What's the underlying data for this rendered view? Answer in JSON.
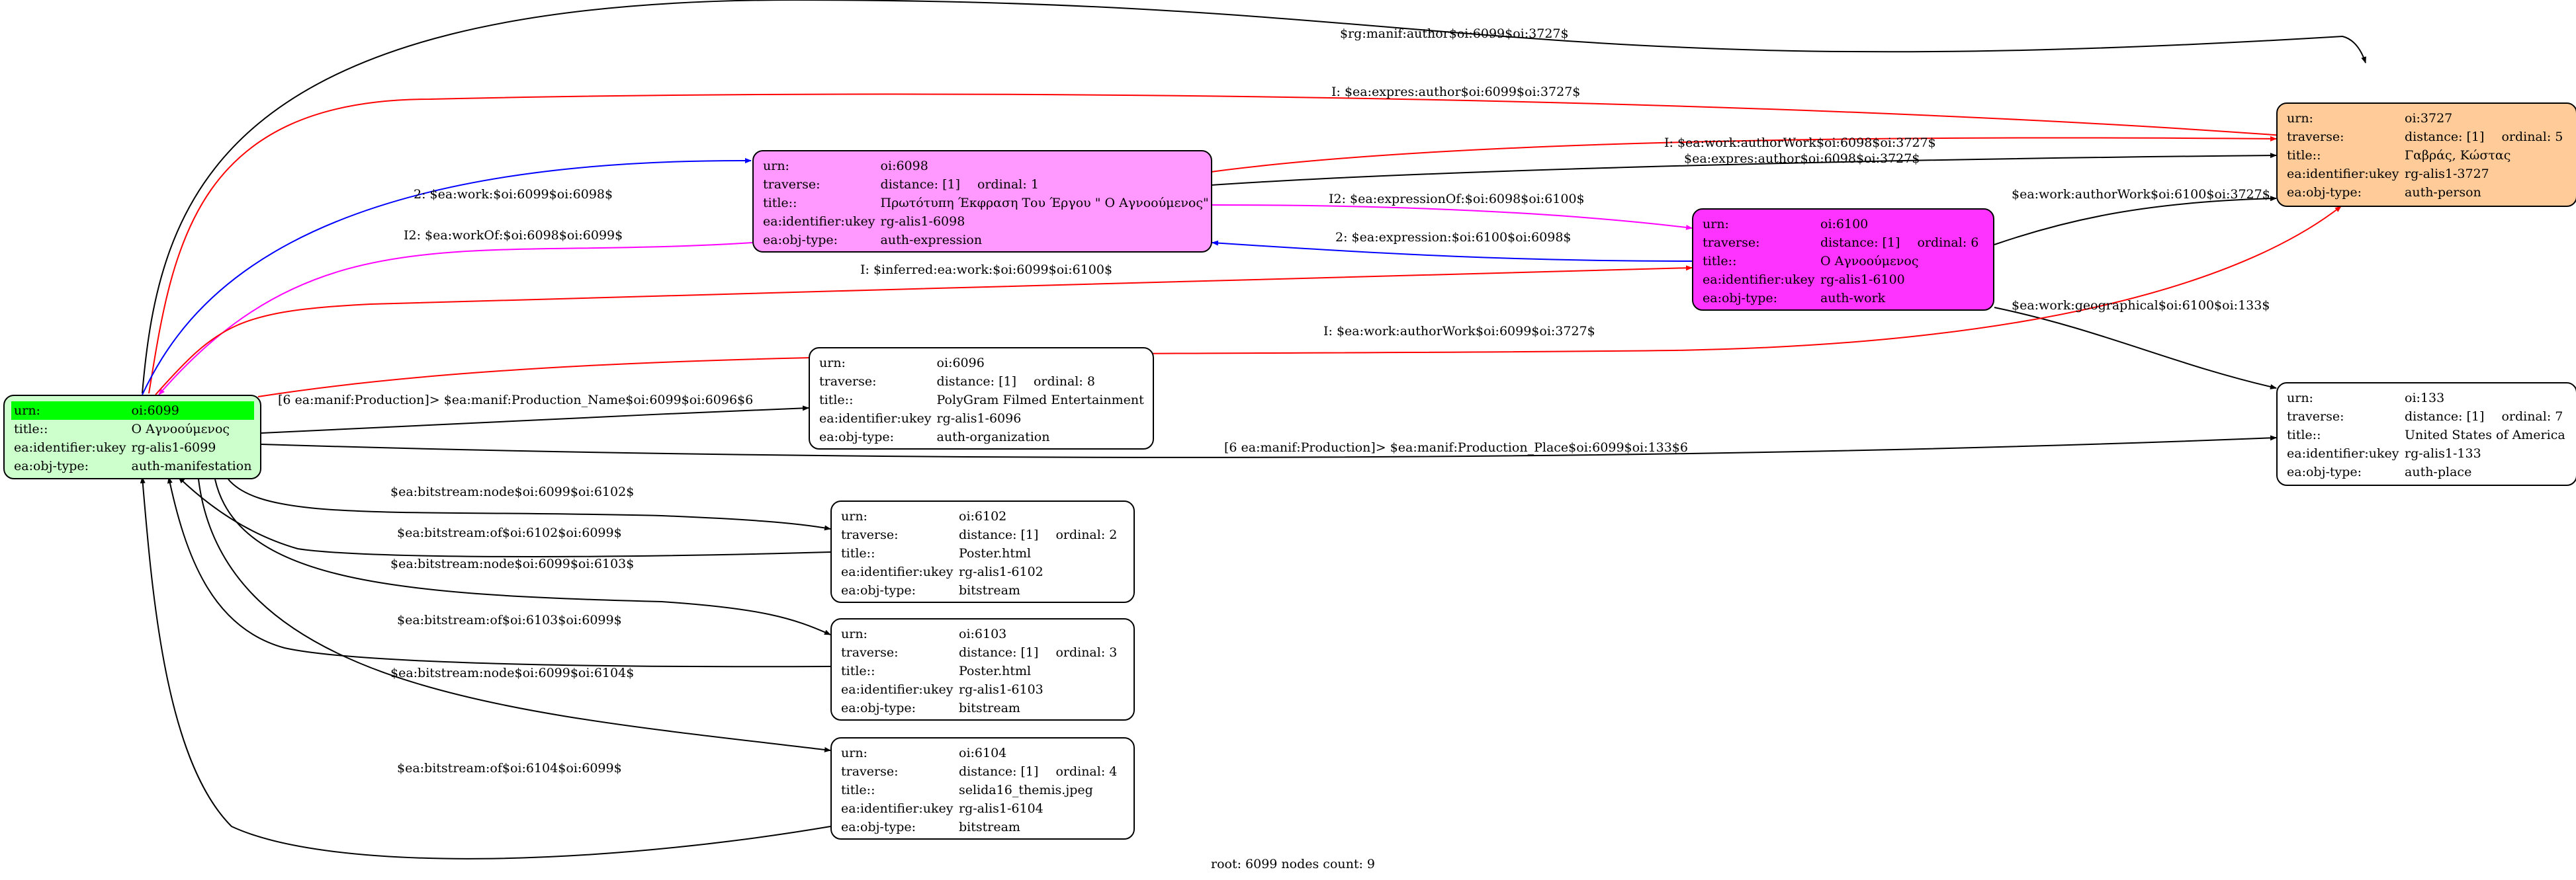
{
  "colors": {
    "manifestation": "#ccffcc",
    "expression": "#ff99ff",
    "work": "#ff33ff",
    "person": "#ffcc99",
    "plain": "#ffffff",
    "highlight": "#00ff00",
    "edge_black": "#000000",
    "edge_red": "#ff0000",
    "edge_blue": "#0000ff",
    "edge_magenta": "#ff00ff"
  },
  "nodes": {
    "n6099": {
      "rows": [
        {
          "key": "urn:",
          "val": "oi:6099"
        },
        {
          "key": "title::",
          "val": "Ο Αγνοούμενος"
        },
        {
          "key": "ea:identifier:ukey",
          "val": "rg-alis1-6099"
        },
        {
          "key": "ea:obj-type:",
          "val": "auth-manifestation"
        }
      ]
    },
    "n6098": {
      "rows": [
        {
          "key": "urn:",
          "val": "oi:6098"
        },
        {
          "key": "traverse:",
          "val": "distance: [1]",
          "ord": "ordinal: 1"
        },
        {
          "key": "title::",
          "val": "Πρωτότυπη Έκφραση Του Έργου \" Ο Αγνοούμενος\""
        },
        {
          "key": "ea:identifier:ukey",
          "val": "rg-alis1-6098"
        },
        {
          "key": "ea:obj-type:",
          "val": "auth-expression"
        }
      ]
    },
    "n6100": {
      "rows": [
        {
          "key": "urn:",
          "val": "oi:6100"
        },
        {
          "key": "traverse:",
          "val": "distance: [1]",
          "ord": "ordinal: 6"
        },
        {
          "key": "title::",
          "val": "Ο Αγνοούμενος"
        },
        {
          "key": "ea:identifier:ukey",
          "val": "rg-alis1-6100"
        },
        {
          "key": "ea:obj-type:",
          "val": "auth-work"
        }
      ]
    },
    "n3727": {
      "rows": [
        {
          "key": "urn:",
          "val": "oi:3727"
        },
        {
          "key": "traverse:",
          "val": "distance: [1]",
          "ord": "ordinal: 5"
        },
        {
          "key": "title::",
          "val": "Γαβράς, Κώστας"
        },
        {
          "key": "ea:identifier:ukey",
          "val": "rg-alis1-3727"
        },
        {
          "key": "ea:obj-type:",
          "val": "auth-person"
        }
      ]
    },
    "n6096": {
      "rows": [
        {
          "key": "urn:",
          "val": "oi:6096"
        },
        {
          "key": "traverse:",
          "val": "distance: [1]",
          "ord": "ordinal: 8"
        },
        {
          "key": "title::",
          "val": "PolyGram Filmed Entertainment"
        },
        {
          "key": "ea:identifier:ukey",
          "val": "rg-alis1-6096"
        },
        {
          "key": "ea:obj-type:",
          "val": "auth-organization"
        }
      ]
    },
    "n133": {
      "rows": [
        {
          "key": "urn:",
          "val": "oi:133"
        },
        {
          "key": "traverse:",
          "val": "distance: [1]",
          "ord": "ordinal: 7"
        },
        {
          "key": "title::",
          "val": "United States of America"
        },
        {
          "key": "ea:identifier:ukey",
          "val": "rg-alis1-133"
        },
        {
          "key": "ea:obj-type:",
          "val": "auth-place"
        }
      ]
    },
    "n6102": {
      "rows": [
        {
          "key": "urn:",
          "val": "oi:6102"
        },
        {
          "key": "traverse:",
          "val": "distance: [1]",
          "ord": "ordinal: 2"
        },
        {
          "key": "title::",
          "val": "Poster.html"
        },
        {
          "key": "ea:identifier:ukey",
          "val": "rg-alis1-6102"
        },
        {
          "key": "ea:obj-type:",
          "val": "bitstream"
        }
      ]
    },
    "n6103": {
      "rows": [
        {
          "key": "urn:",
          "val": "oi:6103"
        },
        {
          "key": "traverse:",
          "val": "distance: [1]",
          "ord": "ordinal: 3"
        },
        {
          "key": "title::",
          "val": "Poster.html"
        },
        {
          "key": "ea:identifier:ukey",
          "val": "rg-alis1-6103"
        },
        {
          "key": "ea:obj-type:",
          "val": "bitstream"
        }
      ]
    },
    "n6104": {
      "rows": [
        {
          "key": "urn:",
          "val": "oi:6104"
        },
        {
          "key": "traverse:",
          "val": "distance: [1]",
          "ord": "ordinal: 4"
        },
        {
          "key": "title::",
          "val": "selida16_themis.jpeg"
        },
        {
          "key": "ea:identifier:ukey",
          "val": "rg-alis1-6104"
        },
        {
          "key": "ea:obj-type:",
          "val": "bitstream"
        }
      ]
    }
  },
  "edges": [
    {
      "label": "$rg:manif:author$oi:6099$oi:3727$",
      "color": "black"
    },
    {
      "label": "I: $ea:expres:author$oi:6099$oi:3727$",
      "color": "red"
    },
    {
      "label": "2: $ea:work:$oi:6099$oi:6098$",
      "color": "blue"
    },
    {
      "label": "I: $ea:work:authorWork$oi:6098$oi:3727$",
      "color": "red"
    },
    {
      "label": "$ea:expres:author$oi:6098$oi:3727$",
      "color": "black"
    },
    {
      "label": "I2: $ea:expressionOf:$oi:6098$oi:6100$",
      "color": "magenta"
    },
    {
      "label": "$ea:work:authorWork$oi:6100$oi:3727$",
      "color": "black"
    },
    {
      "label": "I2: $ea:workOf:$oi:6098$oi:6099$",
      "color": "magenta"
    },
    {
      "label": "2: $ea:expression:$oi:6100$oi:6098$",
      "color": "blue"
    },
    {
      "label": "I: $inferred:ea:work:$oi:6099$oi:6100$",
      "color": "red"
    },
    {
      "label": "$ea:work:geographical$oi:6100$oi:133$",
      "color": "black"
    },
    {
      "label": "I: $ea:work:authorWork$oi:6099$oi:3727$",
      "color": "red"
    },
    {
      "label": "[6 ea:manif:Production]> $ea:manif:Production_Name$oi:6099$oi:6096$6",
      "color": "black"
    },
    {
      "label": "[6 ea:manif:Production]> $ea:manif:Production_Place$oi:6099$oi:133$6",
      "color": "black"
    },
    {
      "label": "$ea:bitstream:node$oi:6099$oi:6102$",
      "color": "black"
    },
    {
      "label": "$ea:bitstream:of$oi:6102$oi:6099$",
      "color": "black"
    },
    {
      "label": "$ea:bitstream:node$oi:6099$oi:6103$",
      "color": "black"
    },
    {
      "label": "$ea:bitstream:of$oi:6103$oi:6099$",
      "color": "black"
    },
    {
      "label": "$ea:bitstream:node$oi:6099$oi:6104$",
      "color": "black"
    },
    {
      "label": "$ea:bitstream:of$oi:6104$oi:6099$",
      "color": "black"
    }
  ],
  "footer": "root: 6099 nodes count: 9"
}
